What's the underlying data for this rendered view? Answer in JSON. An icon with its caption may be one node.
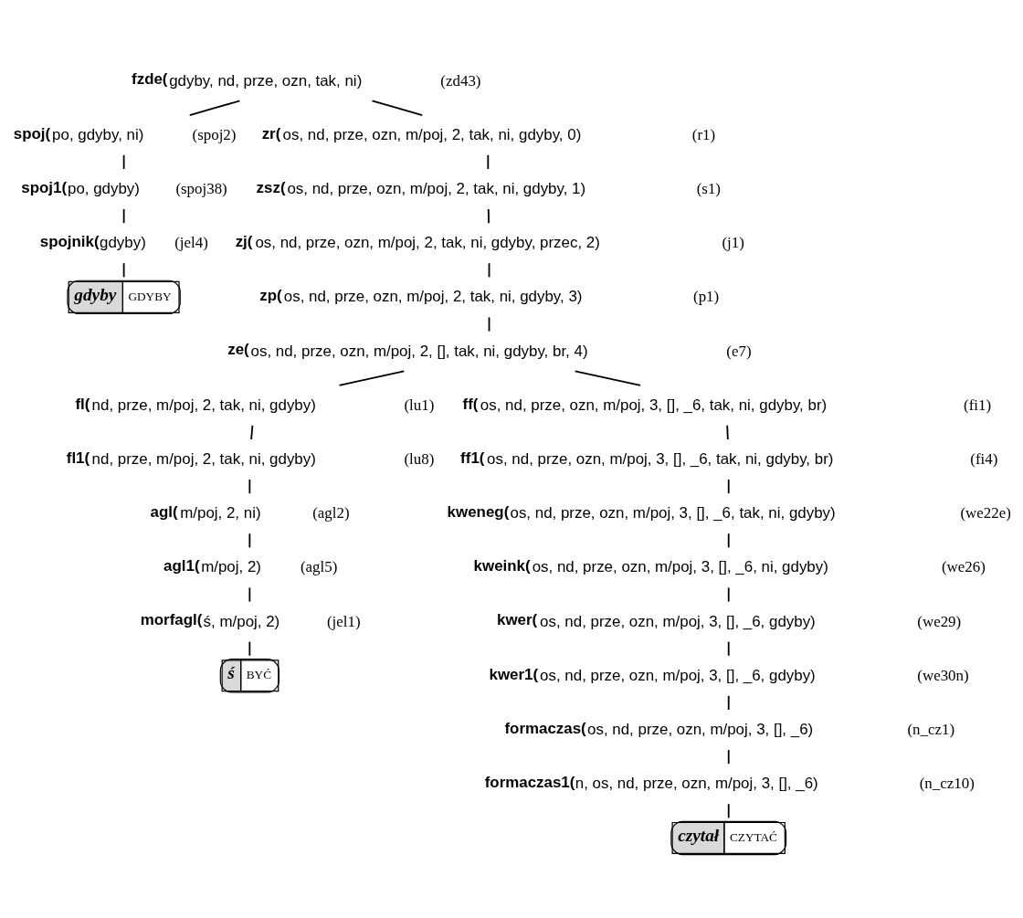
{
  "diagram": {
    "nodes": [
      {
        "text": [
          "fzde(gdyby, nd, prze, ozn, tak, ni)"
        ],
        "beside": [
          "(zd43)"
        ]
      },
      {
        "text": [
          "spoj(po, gdyby, ni)"
        ],
        "beside": [
          "(spoj2)"
        ]
      },
      {
        "text": [
          "spoj1(po, gdyby)"
        ],
        "beside": [
          "(spoj38)"
        ]
      },
      {
        "text": [
          "spojnik(gdyby)"
        ],
        "beside": [
          "(jel4)"
        ]
      },
      {
        "text": [
          "gdyby",
          "GDYBY"
        ]
      },
      {
        "text": [
          "zr(os, nd, prze, ozn, m/poj, 2, tak, ni, gdyby, 0)"
        ],
        "beside": [
          "(r1)"
        ]
      },
      {
        "text": [
          "zsz(os, nd, prze, ozn, m/poj, 2, tak, ni, gdyby, 1)"
        ],
        "beside": [
          "(s1)"
        ]
      },
      {
        "text": [
          "zj(os, nd, prze, ozn, m/poj, 2, tak, ni, gdyby, przec, 2)"
        ],
        "beside": [
          "(j1)"
        ]
      },
      {
        "text": [
          "zp(os, nd, prze, ozn, m/poj, 2, tak, ni, gdyby, 3)"
        ],
        "beside": [
          "(p1)"
        ]
      },
      {
        "text": [
          "ze(os, nd, prze, ozn, m/poj, 2, [], tak, ni, gdyby, br, 4)"
        ],
        "beside": [
          "(e7)"
        ]
      },
      {
        "text": [
          "fl(nd, prze, m/poj, 2, tak, ni, gdyby)"
        ],
        "beside": [
          "(lu1)"
        ]
      },
      {
        "text": [
          "fl1(nd, prze, m/poj, 2, tak, ni, gdyby)"
        ],
        "beside": [
          "(lu8)"
        ]
      },
      {
        "text": [
          "agl(m/poj, 2, ni)"
        ],
        "beside": [
          "(agl2)"
        ]
      },
      {
        "text": [
          "agl1(m/poj, 2)"
        ],
        "beside": [
          "(agl5)"
        ]
      },
      {
        "text": [
          "morfagl(ś, m/poj, 2)"
        ],
        "beside": [
          "(jel1)"
        ]
      },
      {
        "text": [
          "ś",
          "BYĆ"
        ]
      },
      {
        "text": [
          "ff(os, nd, prze, ozn, m/poj, 3, [], _6, tak, ni, gdyby, br)"
        ],
        "beside": [
          "(fi1)"
        ]
      },
      {
        "text": [
          "ff1(os, nd, prze, ozn, m/poj, 3, [], _6, tak, ni, gdyby, br)"
        ],
        "beside": [
          "(fi4)"
        ]
      },
      {
        "text": [
          "kweneg(os, nd, prze, ozn, m/poj, 3, [], _6, tak, ni, gdyby)"
        ],
        "beside": [
          "(we22e)"
        ]
      },
      {
        "text": [
          "kweink(os, nd, prze, ozn, m/poj, 3, [], _6, ni, gdyby)"
        ],
        "beside": [
          "(we26)"
        ]
      },
      {
        "text": [
          "kwer(os, nd, prze, ozn, m/poj, 3, [], _6, gdyby)"
        ],
        "beside": [
          "(we29)"
        ]
      },
      {
        "text": [
          "kwer1(os, nd, prze, ozn, m/poj, 3, [], _6, gdyby)"
        ],
        "beside": [
          "(we30n)"
        ]
      },
      {
        "text": [
          "formaczas(os, nd, prze, ozn, m/poj, 3, [], _6)"
        ],
        "beside": [
          "(n_cz1)"
        ]
      },
      {
        "text": [
          "formaczas1(n, os, nd, prze, ozn, m/poj, 3, [], _6)"
        ],
        "beside": [
          "(n_cz10)"
        ]
      },
      {
        "text": [
          "czytał",
          "CZYTAĆ"
        ]
      }
    ],
    "edges": [
      {
        "from": 0,
        "to": 1,
        "arrow": "none"
      },
      {
        "from": 1,
        "to": 2,
        "arrow": "none"
      },
      {
        "from": 2,
        "to": 3,
        "arrow": "none"
      },
      {
        "from": 3,
        "to": 4,
        "arrow": "none"
      },
      {
        "from": 0,
        "to": 5,
        "arrow": "none"
      },
      {
        "from": 5,
        "to": 6,
        "arrow": "none"
      },
      {
        "from": 6,
        "to": 7,
        "arrow": "none"
      },
      {
        "from": 7,
        "to": 8,
        "arrow": "none"
      },
      {
        "from": 8,
        "to": 9,
        "arrow": "none"
      },
      {
        "from": 9,
        "to": 10,
        "arrow": "none"
      },
      {
        "from": 10,
        "to": 11,
        "arrow": "none"
      },
      {
        "from": 11,
        "to": 12,
        "arrow": "none"
      },
      {
        "from": 12,
        "to": 13,
        "arrow": "none"
      },
      {
        "from": 13,
        "to": 14,
        "arrow": "none"
      },
      {
        "from": 14,
        "to": 15,
        "arrow": "none"
      },
      {
        "from": 9,
        "to": 16,
        "arrow": "none"
      },
      {
        "from": 16,
        "to": 17,
        "arrow": "none"
      },
      {
        "from": 17,
        "to": 18,
        "arrow": "none"
      },
      {
        "from": 18,
        "to": 19,
        "arrow": "none"
      },
      {
        "from": 19,
        "to": 20,
        "arrow": "none"
      },
      {
        "from": 20,
        "to": 21,
        "arrow": "none"
      },
      {
        "from": 21,
        "to": 22,
        "arrow": "none"
      },
      {
        "from": 22,
        "to": 23,
        "arrow": "none"
      },
      {
        "from": 23,
        "to": 24,
        "arrow": "none"
      }
    ]
  }
}
